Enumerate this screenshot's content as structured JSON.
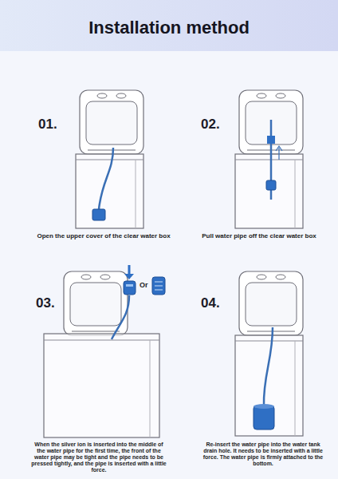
{
  "diagram": {
    "title": "Installation method",
    "labels": [
      "01.",
      "Open the upper cover of the clear water box",
      "02.",
      "Pull water pipe off the clear water box",
      "03.",
      "Or",
      "When the silver ion is inserted into the middle of the water pipe for the first time, the front of the water pipe may be tight and the pipe needs to be pressed tightly, and the pipe is inserted with a little force.",
      "04.",
      "Re-insert the water pipe into the water tank drain hole. It needs to be inserted with a little force. The water pipe is firmly attached to the bottom."
    ]
  }
}
